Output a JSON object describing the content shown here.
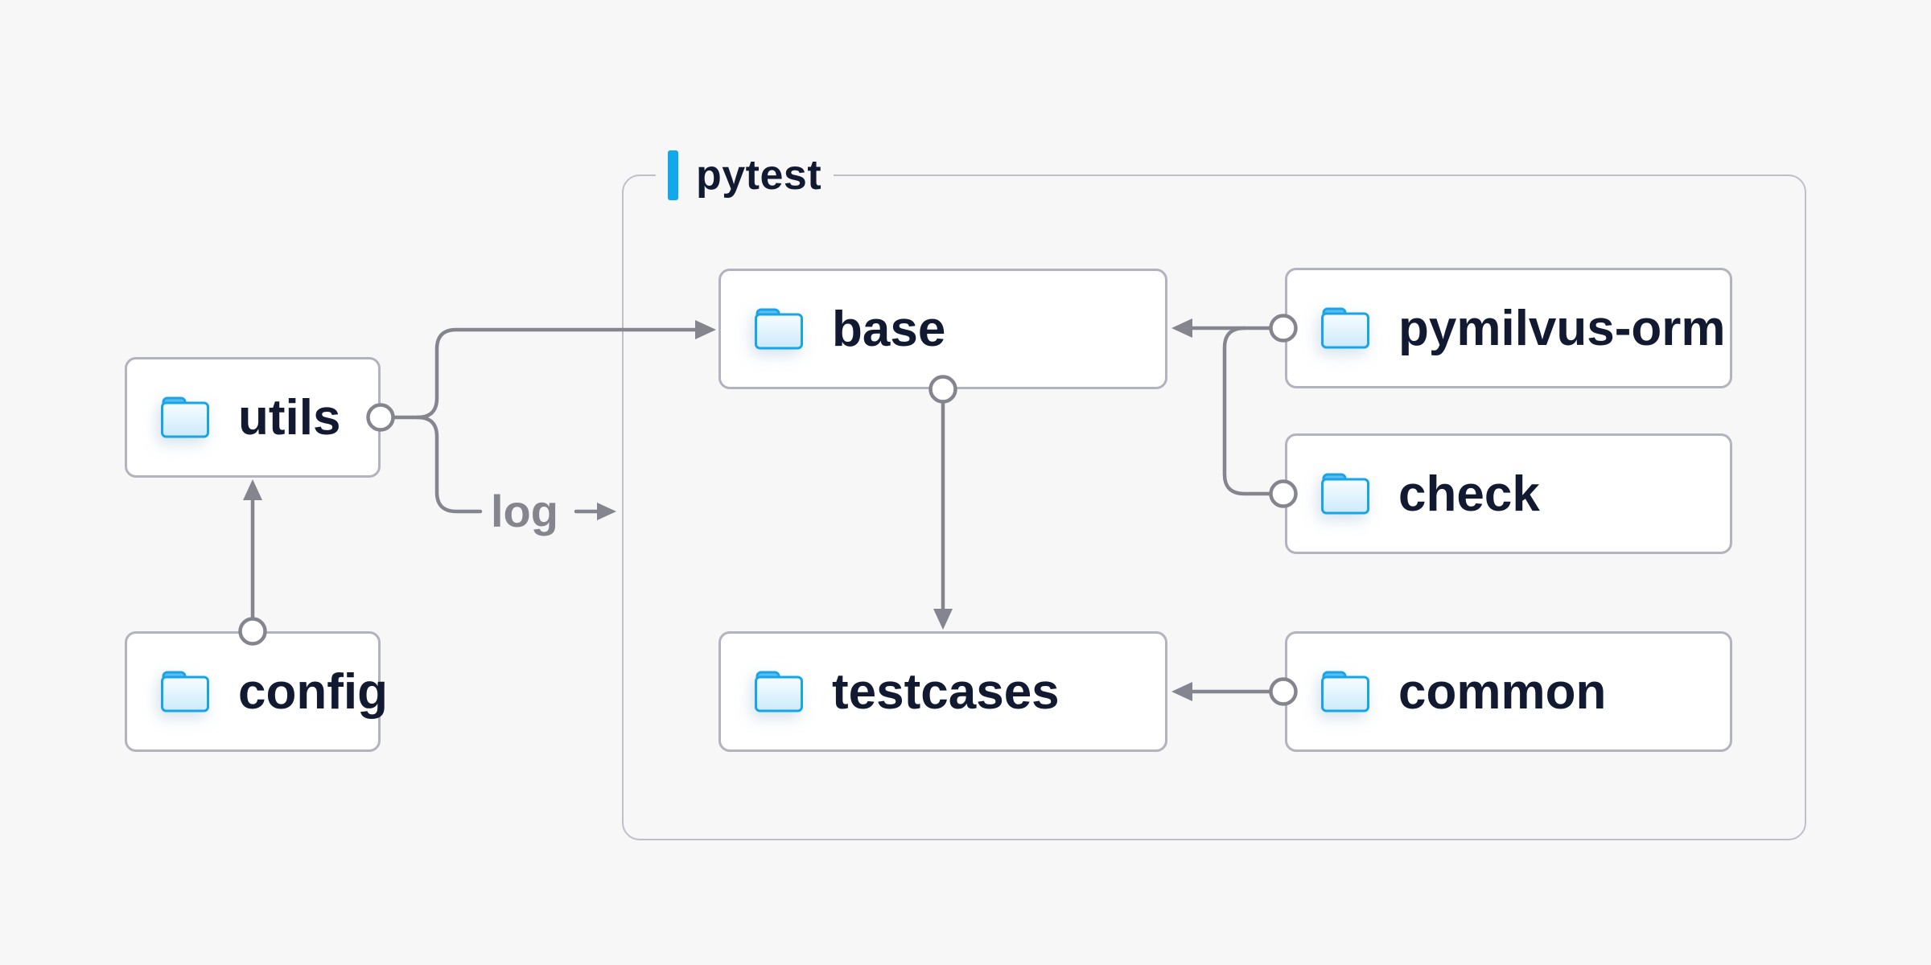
{
  "diagram": {
    "background_color": "#f7f7f8",
    "accent_color": "#13a8e9",
    "line_color": "#85858f",
    "text_color": "#111a30",
    "muted_text_color": "#85858f",
    "box_background": "#ffffff",
    "box_border_color": "#b3b3bf",
    "group_border_color": "#bfbfca",
    "folder_icon_color": "#18a5e8",
    "group": {
      "label": "pytest"
    },
    "nodes": [
      {
        "id": "utils",
        "label": "utils",
        "icon": "folder-icon"
      },
      {
        "id": "config",
        "label": "config",
        "icon": "folder-icon"
      },
      {
        "id": "base",
        "label": "base",
        "icon": "folder-icon"
      },
      {
        "id": "pymilvus-orm",
        "label": "pymilvus-orm",
        "icon": "folder-icon"
      },
      {
        "id": "check",
        "label": "check",
        "icon": "folder-icon"
      },
      {
        "id": "testcases",
        "label": "testcases",
        "icon": "folder-icon"
      },
      {
        "id": "common",
        "label": "common",
        "icon": "folder-icon"
      }
    ],
    "edges": [
      {
        "from": "config",
        "to": "utils",
        "label": ""
      },
      {
        "from": "utils",
        "to": "base",
        "label": ""
      },
      {
        "from": "utils",
        "to": "pytest-group",
        "label": "log"
      },
      {
        "from": "pymilvus-orm",
        "to": "base",
        "label": ""
      },
      {
        "from": "check",
        "to": "base",
        "label": ""
      },
      {
        "from": "base",
        "to": "testcases",
        "label": ""
      },
      {
        "from": "common",
        "to": "testcases",
        "label": ""
      }
    ]
  }
}
